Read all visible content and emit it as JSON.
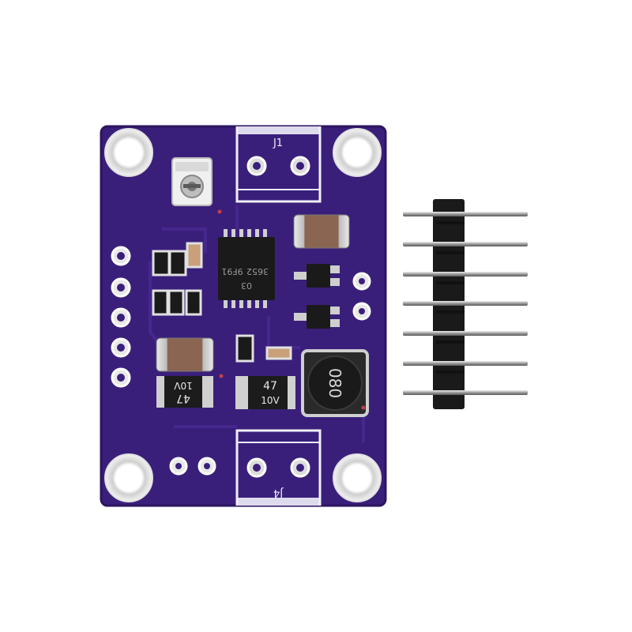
{
  "colors": {
    "background": "#ffffff",
    "pcb": "#3a1f7a",
    "pcb_edge": "#2a1560",
    "silkscreen": "#f1eefa",
    "pad_metal": "#d8d8d8",
    "component_black": "#1c1c1c"
  },
  "board": {
    "labels": {
      "connector_top": "J1",
      "connector_bottom": "J4",
      "ic_line1": "03",
      "ic_line2": "3652",
      "ic_line3": "9F91"
    },
    "capacitors": {
      "left_value": "47",
      "left_voltage": "10V",
      "right_value": "47",
      "right_voltage": "10V"
    },
    "inductor_marking": "080",
    "header_pin_count": 7
  }
}
